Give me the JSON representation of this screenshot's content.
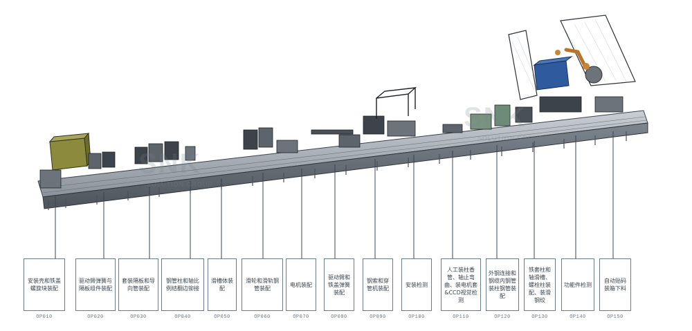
{
  "watermark": {
    "brand": "SNK",
    "sub": "SOLUTION GROUP"
  },
  "stations": [
    {
      "code": "OP010",
      "label": "安装壳和铁盖螺旋块装配"
    },
    {
      "code": "OP020",
      "label": "驱动臂弹簧与隔板组件装配"
    },
    {
      "code": "OP030",
      "label": "套装隔板和导向管装配"
    },
    {
      "code": "OP040",
      "label": "钢管柱和轴比例结翻边铆接"
    },
    {
      "code": "OP050",
      "label": "滑槽体装配"
    },
    {
      "code": "OP060",
      "label": "滑轮和滑轨钢管装配"
    },
    {
      "code": "OP070",
      "label": "电机装配"
    },
    {
      "code": "OP080",
      "label": "驱动臂和铁盖弹簧装配"
    },
    {
      "code": "OP090",
      "label": "钢索和穿管机装配"
    },
    {
      "code": "OP100",
      "label": "安装检测"
    },
    {
      "code": "OP110",
      "label": "人工装柱香管、轴止弯曲、装电机套&CCD视觉检测"
    },
    {
      "code": "OP120",
      "label": "外钢连接和钢缆内钢管装柱钢管装配"
    },
    {
      "code": "OP130",
      "label": "铁套柱和轴滑槽、螺栓柱装配、装滑钢绞"
    },
    {
      "code": "OP140",
      "label": "功能件检测"
    },
    {
      "code": "OP150",
      "label": "自动贴码装箱下料"
    }
  ]
}
